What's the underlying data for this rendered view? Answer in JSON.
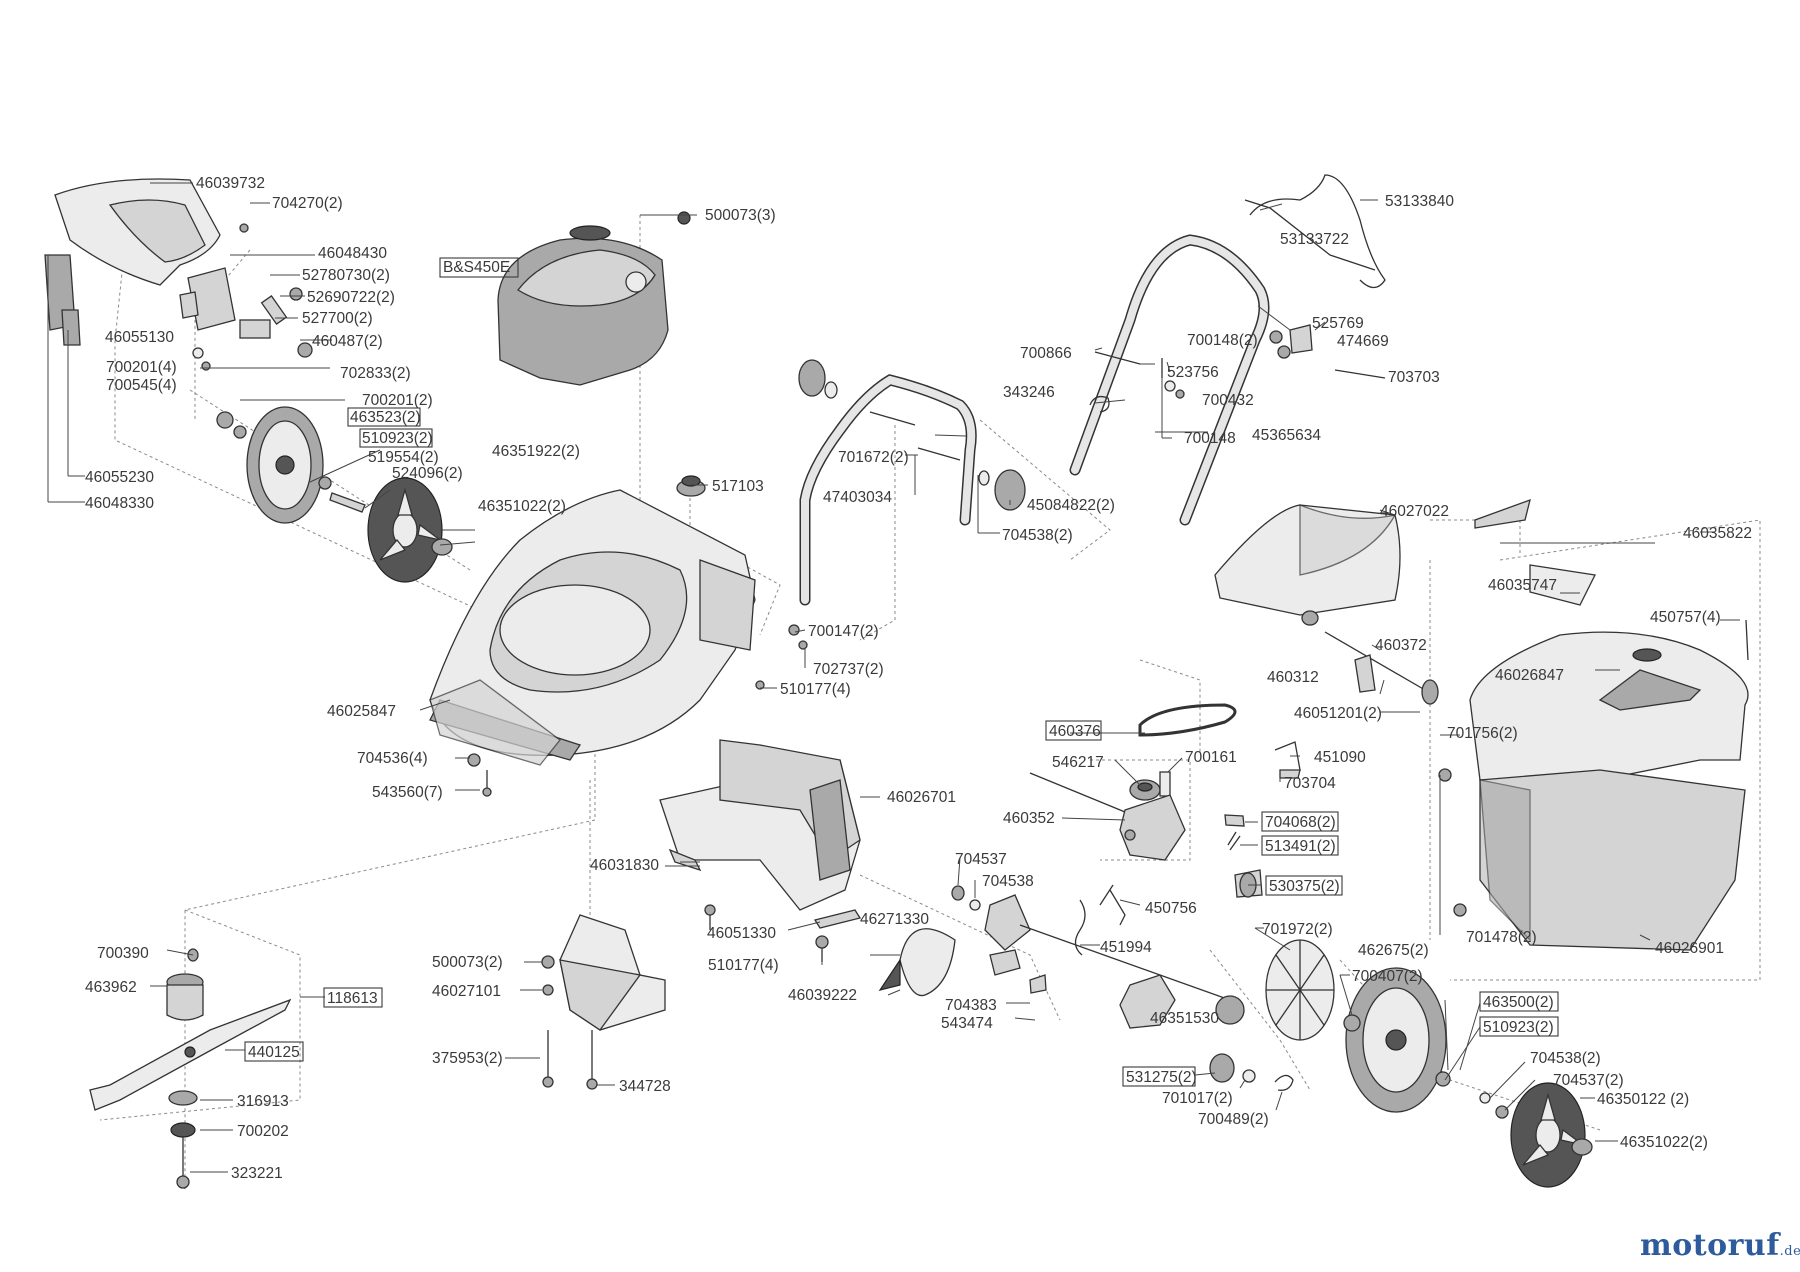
{
  "labels": [
    "46039732",
    "704270(2)",
    "46048430",
    "52780730(2)",
    "52690722(2)",
    "527700(2)",
    "460487(2)",
    "46055130",
    "700201(4)",
    "700545(4)",
    "702833(2)",
    "700201(2)",
    "463523(2)",
    "510923(2)",
    "519554(2)",
    "524096(2)",
    "46351922(2)",
    "46351022(2)",
    "46055230",
    "46048330",
    "B&S450E",
    "500073(3)",
    "517103",
    "46025847",
    "704536(4)",
    "543560(7)",
    "700147(2)",
    "702737(2)",
    "510177(4)",
    "47403034",
    "701672(2)",
    "45084822(2)",
    "704538(2)",
    "700866",
    "343246",
    "700148(2)",
    "474669",
    "525769",
    "523756",
    "703703",
    "700432",
    "700148",
    "45365634",
    "53133840",
    "53133722",
    "46027022",
    "460372",
    "460312",
    "46051201(2)",
    "46035822",
    "46035747",
    "450757(4)",
    "46026847",
    "701756(2)",
    "701478(2)",
    "46026901",
    "460376",
    "546217",
    "700161",
    "451090",
    "703704",
    "460352",
    "704068(2)",
    "513491(2)",
    "530375(2)",
    "450756",
    "451994",
    "46026701",
    "46031830",
    "46051330",
    "510177(4)",
    "46039222",
    "46271330",
    "704537",
    "704538",
    "704383",
    "543474",
    "46351530",
    "531275(2)",
    "701017(2)",
    "700489(2)",
    "701972(2)",
    "462675(2)",
    "700407(2)",
    "463500(2)",
    "510923(2)",
    "704538(2)",
    "704537(2)",
    "46350122 (2)",
    "46351022(2)",
    "700390",
    "463962",
    "118613",
    "440125",
    "316913",
    "700202",
    "323221",
    "500073(2)",
    "46027101",
    "375953(2)",
    "344728"
  ],
  "brand": {
    "name": "motoruf",
    "suffix": ".de"
  }
}
